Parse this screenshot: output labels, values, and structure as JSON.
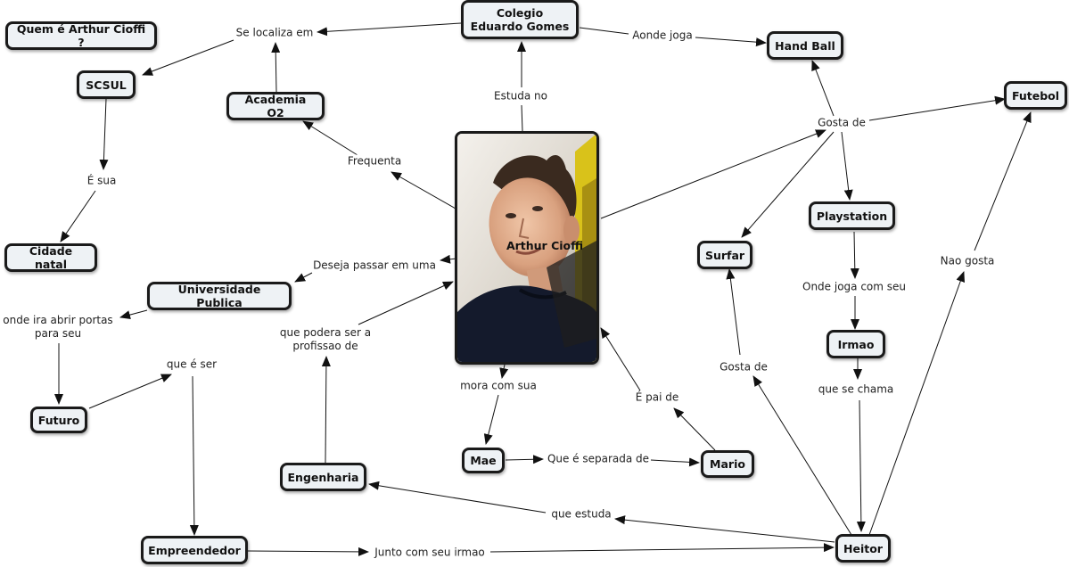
{
  "nodes": {
    "quem": "Quem é Arthur Cioffi ?",
    "colegio": "Colegio Eduardo Gomes",
    "handball": "Hand Ball",
    "futebol": "Futebol",
    "scsul": "SCSUL",
    "academia": "Academia O2",
    "playstation": "Playstation",
    "cidade": "Cidade natal",
    "surfar": "Surfar",
    "universidade": "Universidade Publica",
    "irmao": "Irmao",
    "futuro": "Futuro",
    "engenharia": "Engenharia",
    "mae": "Mae",
    "mario": "Mario",
    "empreendedor": "Empreendedor",
    "heitor": "Heitor",
    "arthur": "Arthur Cioffi"
  },
  "links": {
    "se_localiza": "Se localiza em",
    "aonde_joga": "Aonde joga",
    "estuda_no": "Estuda no",
    "gosta_de_top": "Gosta de",
    "e_sua": "É sua",
    "frequenta": "Frequenta",
    "deseja": "Deseja passar em uma",
    "onde_joga": "Onde joga com seu",
    "nao_gosta": "Nao gosta",
    "onde_ira": "onde ira abrir portas para seu",
    "que_podera": "que podera ser a profissao de",
    "que_e_ser": "que é ser",
    "gosta_de_heitor": "Gosta de",
    "mora_com": "mora com sua",
    "e_pai": "É pai de",
    "que_se_chama": "que se chama",
    "separada": "Que é separada de",
    "que_estuda": "que estuda",
    "junto": "Junto com seu irmao"
  },
  "colors": {
    "node_fill": "#eef2f5",
    "node_border": "#1a1a1a",
    "line": "#111111"
  }
}
